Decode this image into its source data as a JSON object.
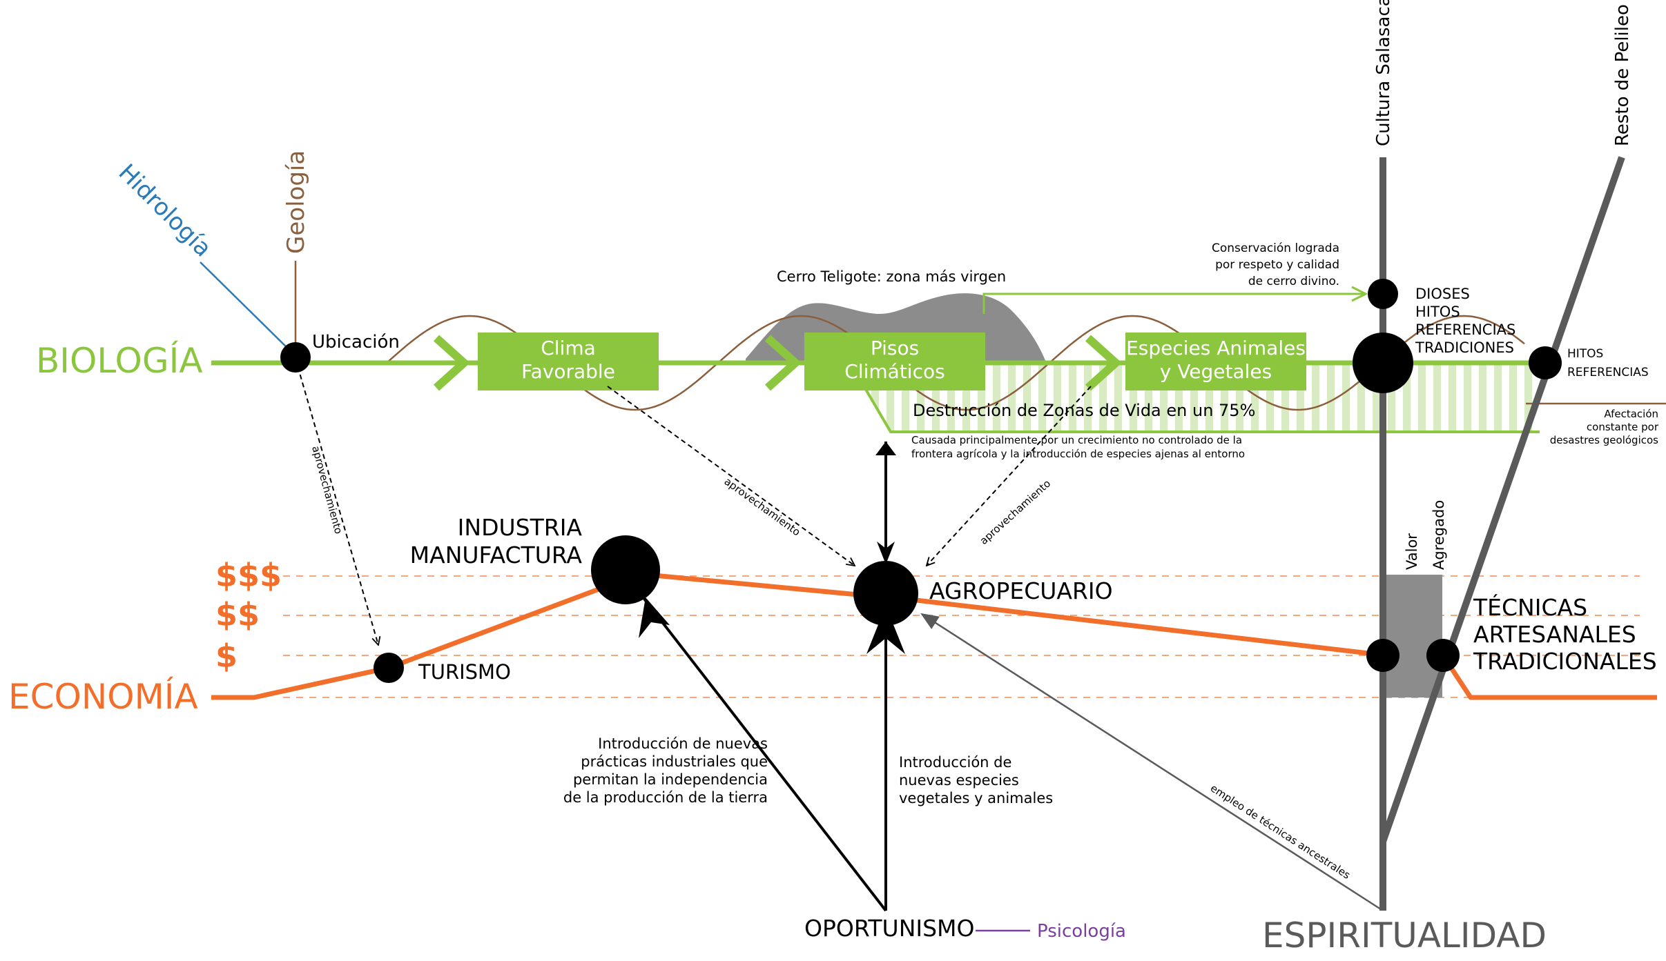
{
  "colors": {
    "biology": "#8cc63f",
    "economy": "#f26f2b",
    "hydrology": "#2a7ab8",
    "geology": "#8b5e3c",
    "spirituality": "#5a5a5a",
    "psychology": "#7a3fa0",
    "mountain": "#8c8c8c",
    "stripe": "#d9ebc2"
  },
  "axes": {
    "biology": "BIOLOGÍA",
    "economy": "ECONOMÍA",
    "spirituality": "ESPIRITUALIDAD",
    "hydrology": "Hidrología",
    "geology": "Geología",
    "salasaca": "Cultura Salasaca",
    "pelileo": "Resto de Pelileo",
    "psychology": "Psicología"
  },
  "money": [
    "$$$",
    "$$",
    "$"
  ],
  "nodes": {
    "ubicacion": "Ubicación",
    "industria": [
      "INDUSTRIA",
      "MANUFACTURA"
    ],
    "agropecuario": "AGROPECUARIO",
    "turismo": "TURISMO",
    "tecnicas": [
      "TÉCNICAS",
      "ARTESANALES",
      "TRADICIONALES"
    ],
    "oportunismo": "OPORTUNISMO",
    "dioses": [
      "DIOSES",
      "HITOS",
      "REFERENCIAS",
      "TRADICIONES"
    ],
    "hitos": [
      "HITOS",
      "REFERENCIAS"
    ]
  },
  "boxes": {
    "clima": [
      "Clima",
      "Favorable"
    ],
    "pisos": [
      "Pisos",
      "Climáticos"
    ],
    "especies": [
      "Especies Animales",
      "y Vegetales"
    ]
  },
  "annotations": {
    "cerro": "Cerro Teligote: zona más virgen",
    "conservacion": [
      "Conservación lograda",
      "por respeto y calidad",
      "de cerro divino."
    ],
    "destruccion": "Destrucción de Zonas de Vida en un 75%",
    "causada": [
      "Causada principalmente por un crecimiento no controlado de la",
      "frontera agrícola y la introducción de especies ajenas al entorno"
    ],
    "afectacion": [
      "Afectación",
      "constante por",
      "desastres geológicos"
    ],
    "valor": [
      "Valor",
      "Agregado"
    ],
    "aprovechamiento": "aprovechamiento",
    "introduccion_industrial": [
      "Introducción de nuevas",
      "prácticas industriales que",
      "permitan la independencia",
      "de la producción de la tierra"
    ],
    "introduccion_especies": [
      "Introducción de",
      "nuevas especies",
      "vegetales y animales"
    ],
    "empleo": "empleo de técnicas ancestrales"
  }
}
